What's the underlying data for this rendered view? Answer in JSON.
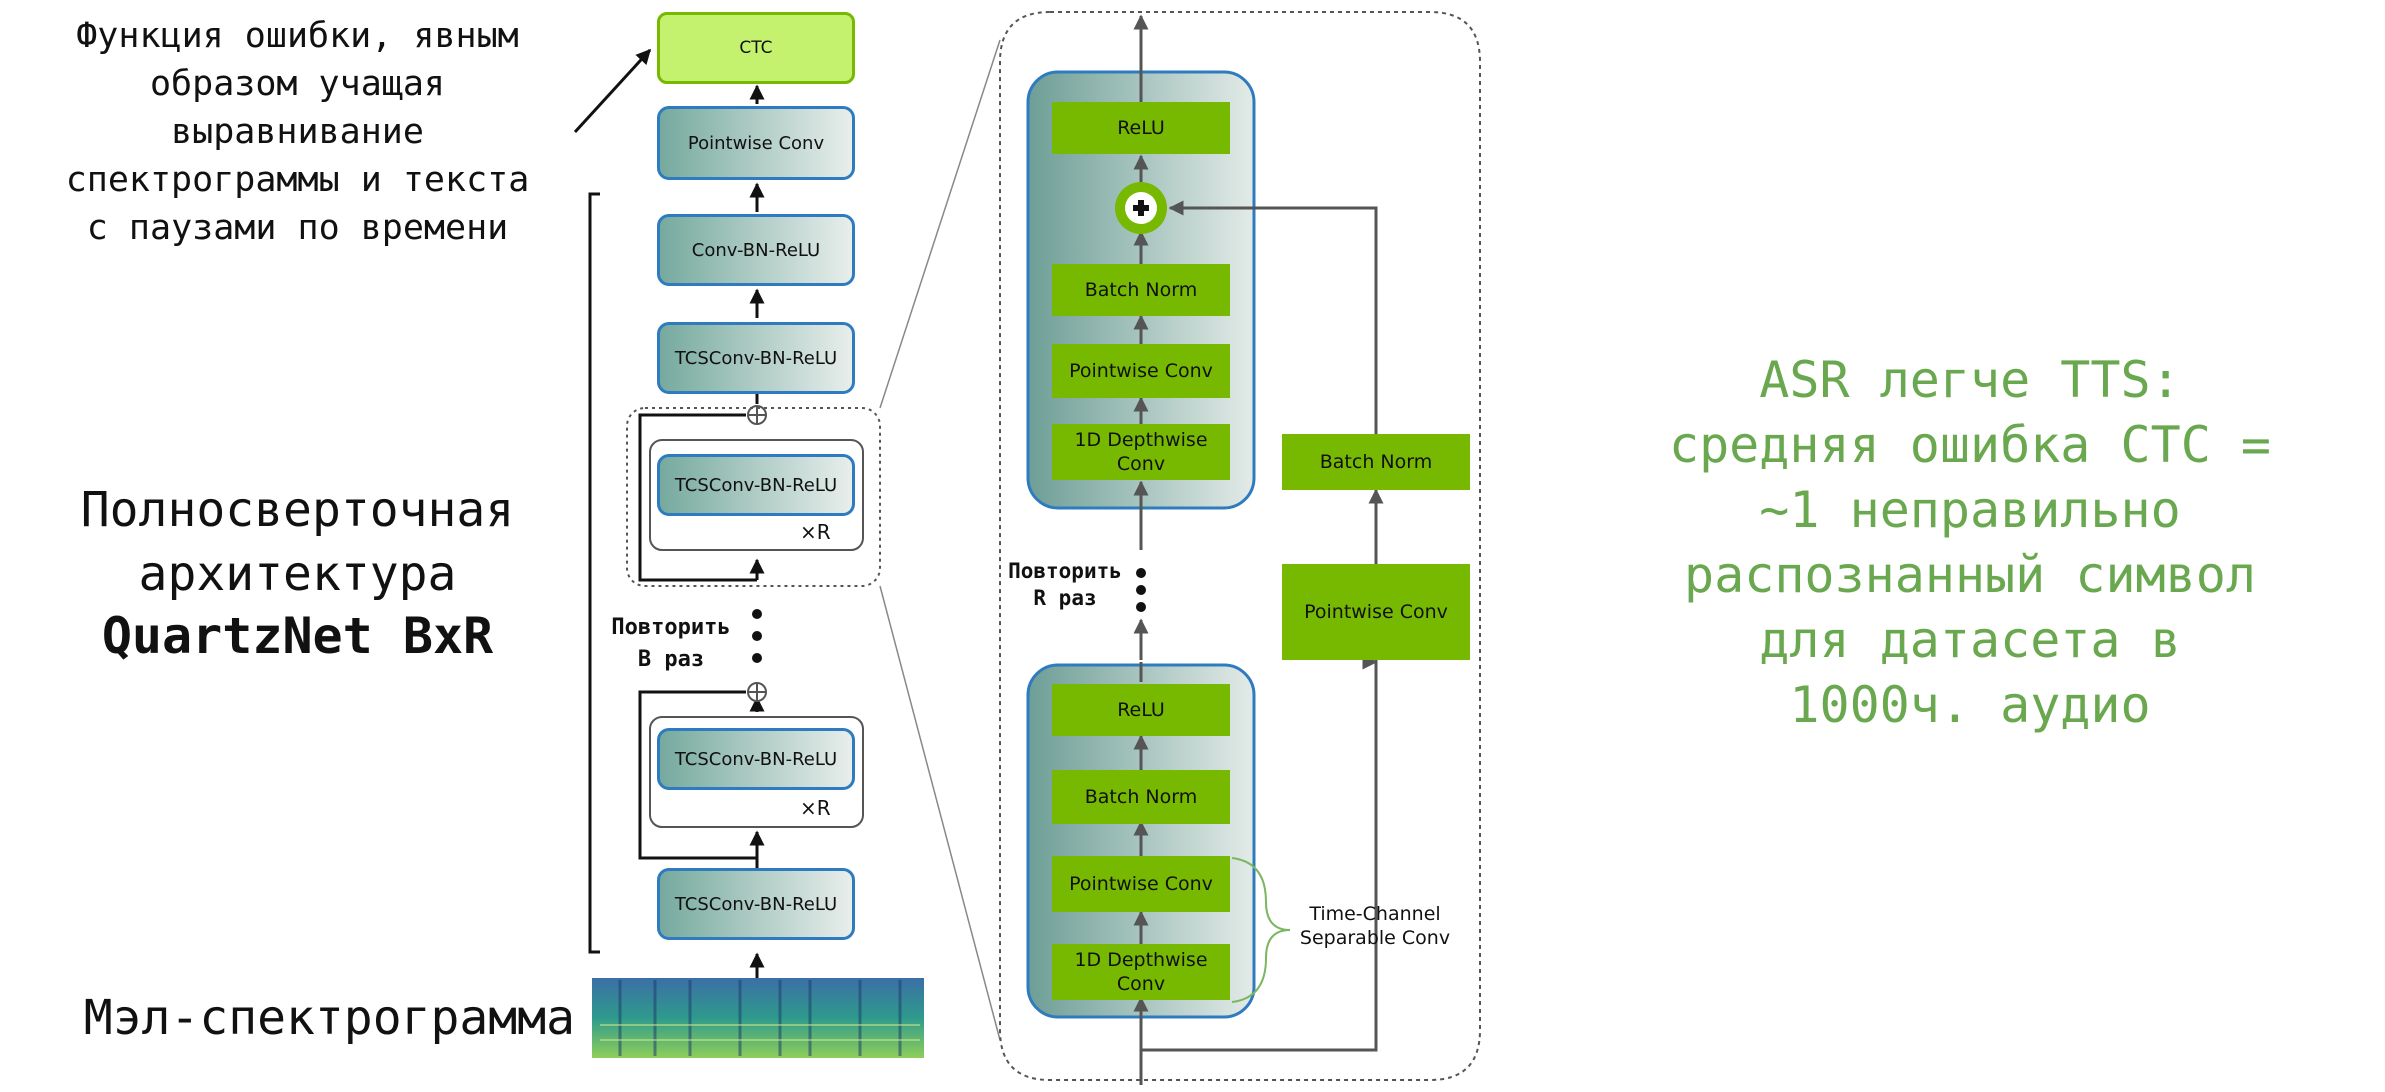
{
  "left_annotations": {
    "loss_note": "Функция ошибки, явным\nобразом учащая\nвыравнивание\nспектрограммы и текста\nс паузами по времени",
    "arch_line1": "Полносверточная\nархитектура",
    "arch_line2": "QuartzNet BxR",
    "input_label": "Мэл-спектрограмма"
  },
  "right_note": "ASR легче TTS:\nсредняя ошибка CTC =\n~1 неправильно\nраспознанный символ\nдля датасета в\n1000ч. аудио",
  "stack": {
    "ctc": "CTC",
    "pointwise": "Pointwise Conv",
    "conv_bn_relu": "Conv-BN-ReLU",
    "tcs_top": "TCSConv-BN-ReLU",
    "block_inner_1": "TCSConv-BN-ReLU",
    "block_inner_2": "TCSConv-BN-ReLU",
    "tcs_bottom": "TCSConv-BN-ReLU",
    "times_r_1": "×R",
    "times_r_2": "×R",
    "repeat_b": "Повторить\nB раз"
  },
  "detail": {
    "top_relu": "ReLU",
    "top_bn": "Batch Norm",
    "top_pw": "Pointwise Conv",
    "top_dw": "1D Depthwise\nConv",
    "repeat_r": "Повторить\nR раз",
    "bot_relu": "ReLU",
    "bot_bn": "Batch Norm",
    "bot_pw": "Pointwise Conv",
    "bot_dw": "1D Depthwise\nConv",
    "res_bn": "Batch Norm",
    "res_pw": "Pointwise Conv",
    "tcs_label": "Time-Channel\nSeparable Conv"
  },
  "colors": {
    "nvidia_green": "#76b900",
    "ctc_fill": "#c5f26e",
    "note_green": "#6aa84f",
    "block_stroke": "#2f7bbf"
  }
}
